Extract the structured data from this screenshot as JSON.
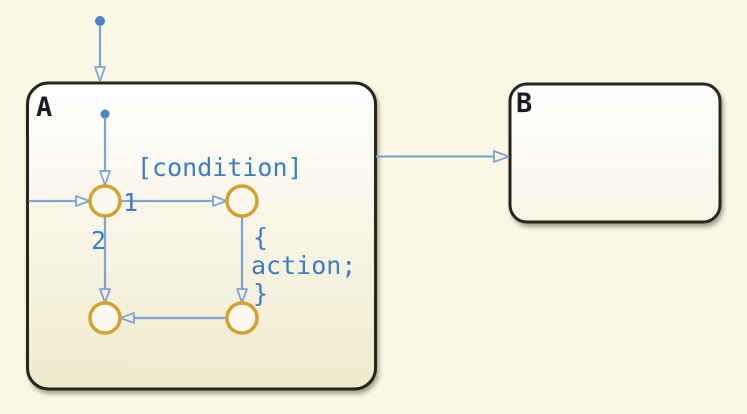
{
  "chart": {
    "type": "stateflow-state-diagram",
    "states": [
      {
        "label": "A"
      },
      {
        "label": "B"
      }
    ],
    "labels": {
      "condition": "[condition]",
      "action_open": "{",
      "action_body": "action;",
      "action_close": "}",
      "branch_1": "1",
      "branch_2": "2"
    },
    "colors": {
      "canvas": "#fbf8e5",
      "state_fill_top": "#ffffff",
      "state_fill_bottom": "#efeacd",
      "state_border": "#26251e",
      "state_label": "#1b1b24",
      "transition_blue": "#7fa5d0",
      "transition_label_blue": "#3e7ec0",
      "default_dot_blue": "#4c83c3",
      "junction_orange": "#d4a02f",
      "junction_fill": "#fcfaf0"
    }
  }
}
